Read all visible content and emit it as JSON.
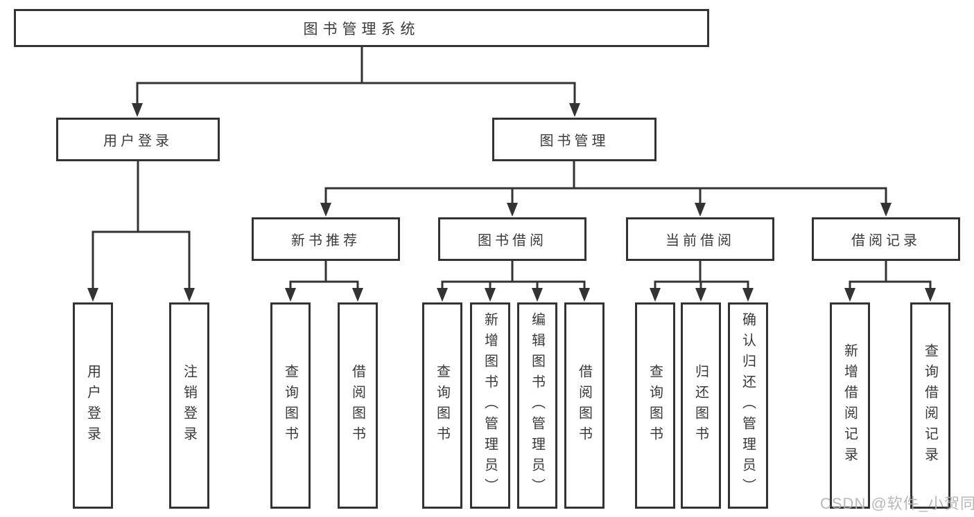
{
  "diagram": {
    "root": {
      "label": "图书管理系统"
    },
    "level2": [
      {
        "label": "用户登录"
      },
      {
        "label": "图书管理"
      }
    ],
    "level3": [
      {
        "label": "新书推荐"
      },
      {
        "label": "图书借阅"
      },
      {
        "label": "当前借阅"
      },
      {
        "label": "借阅记录"
      }
    ],
    "leaves": [
      {
        "label": "用户登录"
      },
      {
        "label": "注销登录"
      },
      {
        "label": "查询图书"
      },
      {
        "label": "借阅图书"
      },
      {
        "label": "查询图书"
      },
      {
        "label": "新增图书（管理员）"
      },
      {
        "label": "编辑图书（管理员）"
      },
      {
        "label": "借阅图书"
      },
      {
        "label": "查询图书"
      },
      {
        "label": "归还图书"
      },
      {
        "label": "确认归还（管理员）"
      },
      {
        "label": "新增借阅记录"
      },
      {
        "label": "查询借阅记录"
      }
    ]
  },
  "watermark": {
    "text": "CSDN @软件_小贺同学"
  },
  "colors": {
    "line": "#333333",
    "box_border": "#333333",
    "box_fill": "#ffffff",
    "text": "#3a3a3a",
    "watermark": "#b2b2b2"
  }
}
